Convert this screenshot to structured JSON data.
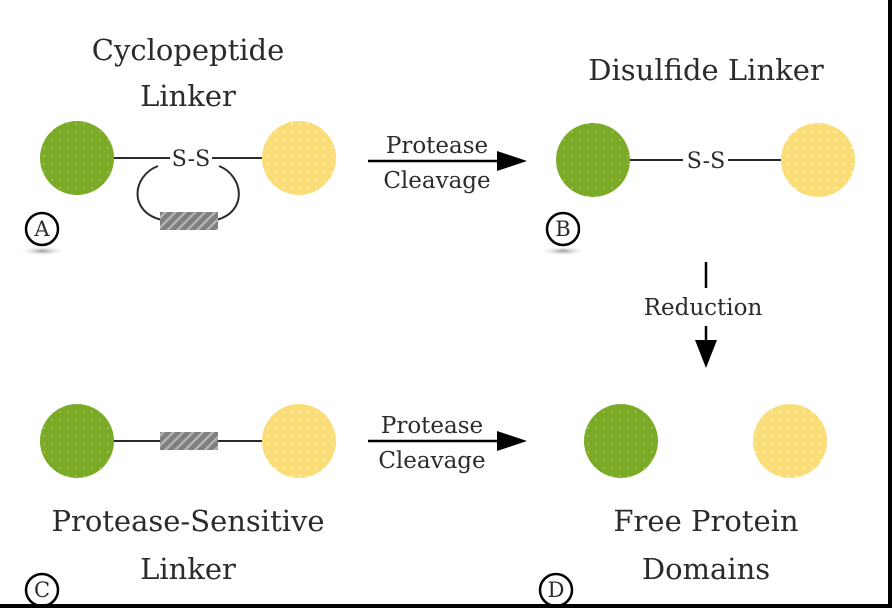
{
  "panels": {
    "a": {
      "title_line1": "Cyclopeptide",
      "title_line2": "Linker",
      "bond": "S-S",
      "marker": "A"
    },
    "b": {
      "title": "Disulfide Linker",
      "bond": "S-S",
      "marker": "B"
    },
    "c": {
      "title_line1": "Protease-Sensitive",
      "title_line2": "Linker",
      "marker": "C"
    },
    "d": {
      "title_line1": "Free Protein",
      "title_line2": "Domains",
      "marker": "D"
    }
  },
  "arrows": {
    "top": {
      "line1": "Protease",
      "line2": "Cleavage"
    },
    "bottom": {
      "line1": "Protease",
      "line2": "Cleavage"
    },
    "down": {
      "label": "Reduction"
    }
  },
  "colors": {
    "green_domain": "#7aaa26",
    "yellow_domain": "#fbdd78",
    "linker_block": "#7f7f7f",
    "line": "#2b2b2b"
  }
}
